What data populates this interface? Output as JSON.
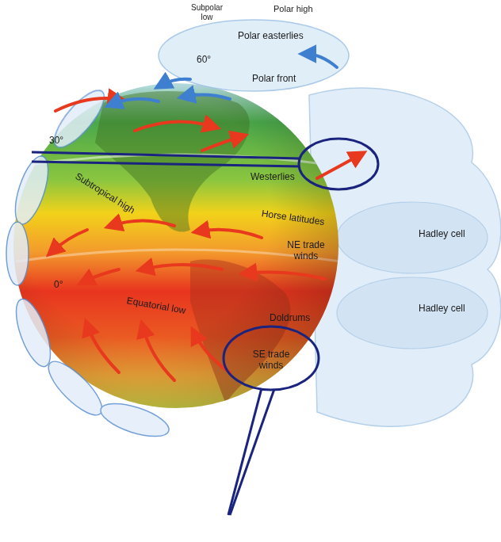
{
  "diagram": {
    "labels": [
      "Subpolar low",
      "Polar high",
      "Polar easterlies",
      "60°",
      "Polar front",
      "30°",
      "Subtropical high",
      "Westerlies",
      "Horse latitudes",
      "NE trade winds",
      "Hadley cell",
      "0°",
      "Equatorial low",
      "Hadley cell",
      "Doldrums",
      "SE trade winds"
    ]
  }
}
